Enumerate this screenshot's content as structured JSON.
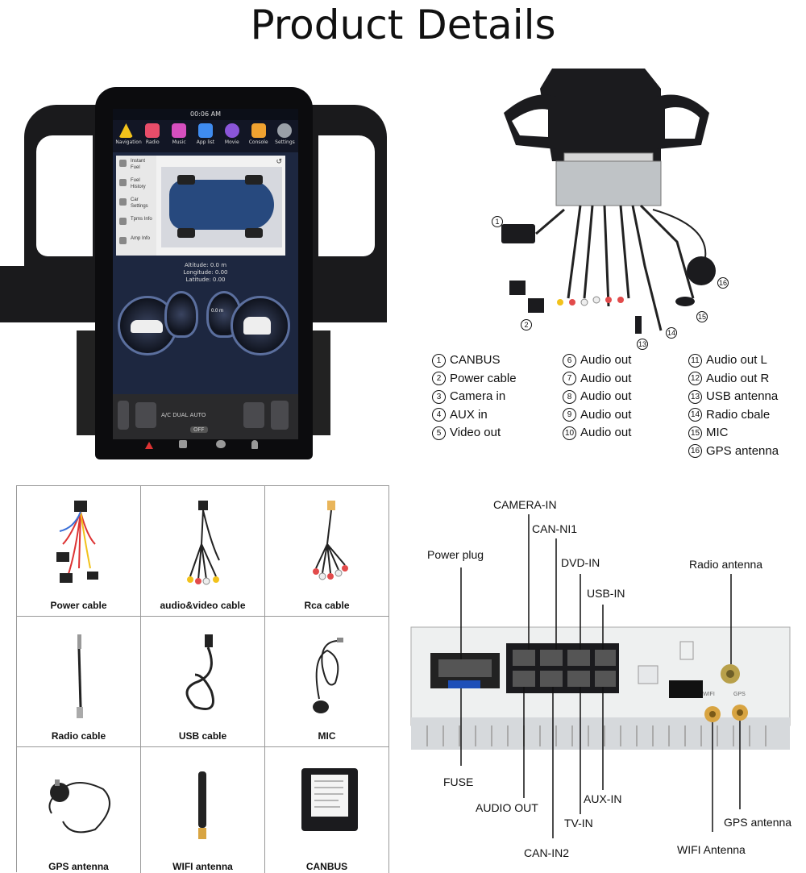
{
  "title": "Product Details",
  "head_unit": {
    "status_time": "00:06 AM",
    "apps": [
      {
        "label": "Navigation",
        "color": "#f2c21b"
      },
      {
        "label": "Radio",
        "color": "#e84d6a"
      },
      {
        "label": "Music",
        "color": "#d64fbf"
      },
      {
        "label": "App list",
        "color": "#3f8cf0"
      },
      {
        "label": "Movie",
        "color": "#8a55d9"
      },
      {
        "label": "Console",
        "color": "#f0a230"
      },
      {
        "label": "Settings",
        "color": "#9aa0a8"
      }
    ],
    "side_items": [
      "Instant Fuel",
      "Fuel History",
      "Car Settings",
      "Tpms Info",
      "Amp Info"
    ],
    "gps_info": [
      "Altitude: 0.0 m",
      "Longitude: 0.00",
      "Latitude: 0.00"
    ],
    "gauge_readout": "0.0 m",
    "climate_text": "A/C   DUAL   AUTO",
    "climate_off": "OFF"
  },
  "legend": {
    "col1": [
      {
        "num": "1",
        "label": "CANBUS"
      },
      {
        "num": "2",
        "label": "Power cable"
      },
      {
        "num": "3",
        "label": "Camera in"
      },
      {
        "num": "4",
        "label": "AUX in"
      },
      {
        "num": "5",
        "label": "Video out"
      }
    ],
    "col2": [
      {
        "num": "6",
        "label": "Audio out"
      },
      {
        "num": "7",
        "label": "Audio out"
      },
      {
        "num": "8",
        "label": "Audio out"
      },
      {
        "num": "9",
        "label": "Audio out"
      },
      {
        "num": "10",
        "label": "Audio out"
      }
    ],
    "col3": [
      {
        "num": "11",
        "label": "Audio out L"
      },
      {
        "num": "12",
        "label": "Audio out R"
      },
      {
        "num": "13",
        "label": "USB antenna"
      },
      {
        "num": "14",
        "label": "Radio cbale"
      },
      {
        "num": "15",
        "label": "MIC"
      },
      {
        "num": "16",
        "label": "GPS antenna"
      }
    ]
  },
  "accessories": [
    {
      "label": "Power cable",
      "icon": "power-cable-icon"
    },
    {
      "label": "audio&video cable",
      "icon": "av-cable-icon"
    },
    {
      "label": "Rca cable",
      "icon": "rca-cable-icon"
    },
    {
      "label": "Radio cable",
      "icon": "radio-cable-icon"
    },
    {
      "label": "USB cable",
      "icon": "usb-cable-icon"
    },
    {
      "label": "MIC",
      "icon": "mic-icon"
    },
    {
      "label": "GPS antenna",
      "icon": "gps-antenna-icon"
    },
    {
      "label": "WIFI antenna",
      "icon": "wifi-antenna-icon"
    },
    {
      "label": "CANBUS",
      "icon": "canbus-box-icon"
    }
  ],
  "back_panel": {
    "camera_in": "CAMERA-IN",
    "can_ni1": "CAN-NI1",
    "power_plug": "Power plug",
    "dvd_in": "DVD-IN",
    "usb_in": "USB-IN",
    "radio_antenna": "Radio antenna",
    "fuse": "FUSE",
    "audio_out": "AUDIO OUT",
    "aux_in": "AUX-IN",
    "tv_in": "TV-IN",
    "gps_antenna": "GPS antenna",
    "can_in2": "CAN-IN2",
    "wifi_antenna": "WIFI Antenna",
    "wifi_tag": "WIFI",
    "gps_tag": "GPS"
  }
}
